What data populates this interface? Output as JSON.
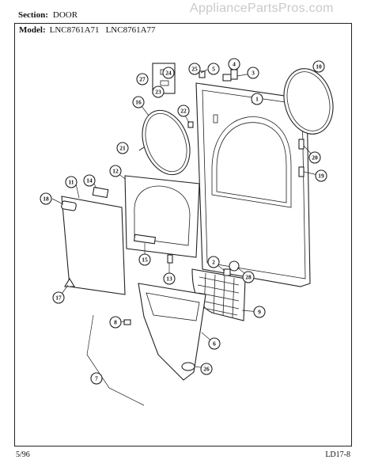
{
  "watermark": "AppliancePartsPros.com",
  "header": {
    "section_label": "Section:",
    "section_value": "DOOR",
    "model_label": "Model:",
    "models": [
      "LNC8761A71",
      "LNC8761A77"
    ]
  },
  "footer": {
    "date": "5/96",
    "code": "LD17-8"
  },
  "callouts": [
    "1",
    "2",
    "3",
    "4",
    "5",
    "6",
    "7",
    "8",
    "9",
    "10",
    "11",
    "12",
    "13",
    "14",
    "15",
    "16",
    "17",
    "18",
    "19",
    "20",
    "21",
    "22",
    "23",
    "24",
    "25",
    "26",
    "27",
    "28"
  ]
}
